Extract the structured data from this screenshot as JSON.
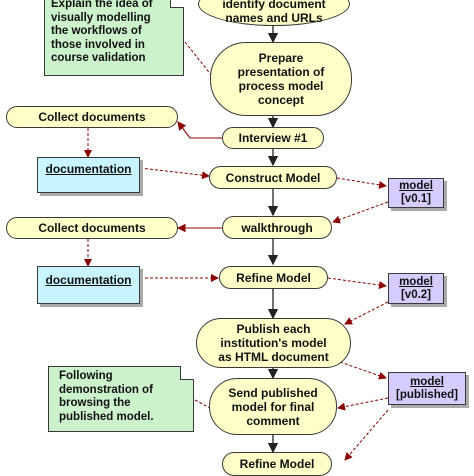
{
  "nodes": {
    "identify": "Identify document names and URLs",
    "identify_line1": "identify document",
    "identify_line2": "names and URLs",
    "prepare_line1": "Prepare",
    "prepare_line2": "presentation of",
    "prepare_line3": "process model",
    "prepare_line4": "concept",
    "interview": "Interview #1",
    "construct": "Construct Model",
    "walkthrough": "walkthrough",
    "refine1": "Refine Model",
    "publish_line1": "Publish each",
    "publish_line2": "institution's model",
    "publish_line3": "as HTML document",
    "send_line1": "Send published",
    "send_line2": "model for final",
    "send_line3": "comment",
    "refine2": "Refine Model",
    "collect1": "Collect documents",
    "collect2": "Collect documents"
  },
  "notes": {
    "top_line1": "Explain the idea of",
    "top_line2": "visually modelling",
    "top_line3": "the workflows of",
    "top_line4": "those involved in",
    "top_line5": "course validation",
    "bottom_line1": "Following",
    "bottom_line2": "demonstration of",
    "bottom_line3": "browsing the",
    "bottom_line4": "published model."
  },
  "docs": {
    "doc1": "documentation",
    "doc2": "documentation"
  },
  "models": {
    "m1_title": "model",
    "m1_version": "[v0.1]",
    "m2_title": "model",
    "m2_version": "[v0.2]",
    "m3_title": "model",
    "m3_version": "[published]"
  },
  "colors": {
    "process_fill": "#ffffc8",
    "note_fill": "#ccf2cc",
    "doc_fill": "#c8f4ff",
    "model_fill": "#d7ccff",
    "arrow_color": "#8b0000"
  }
}
